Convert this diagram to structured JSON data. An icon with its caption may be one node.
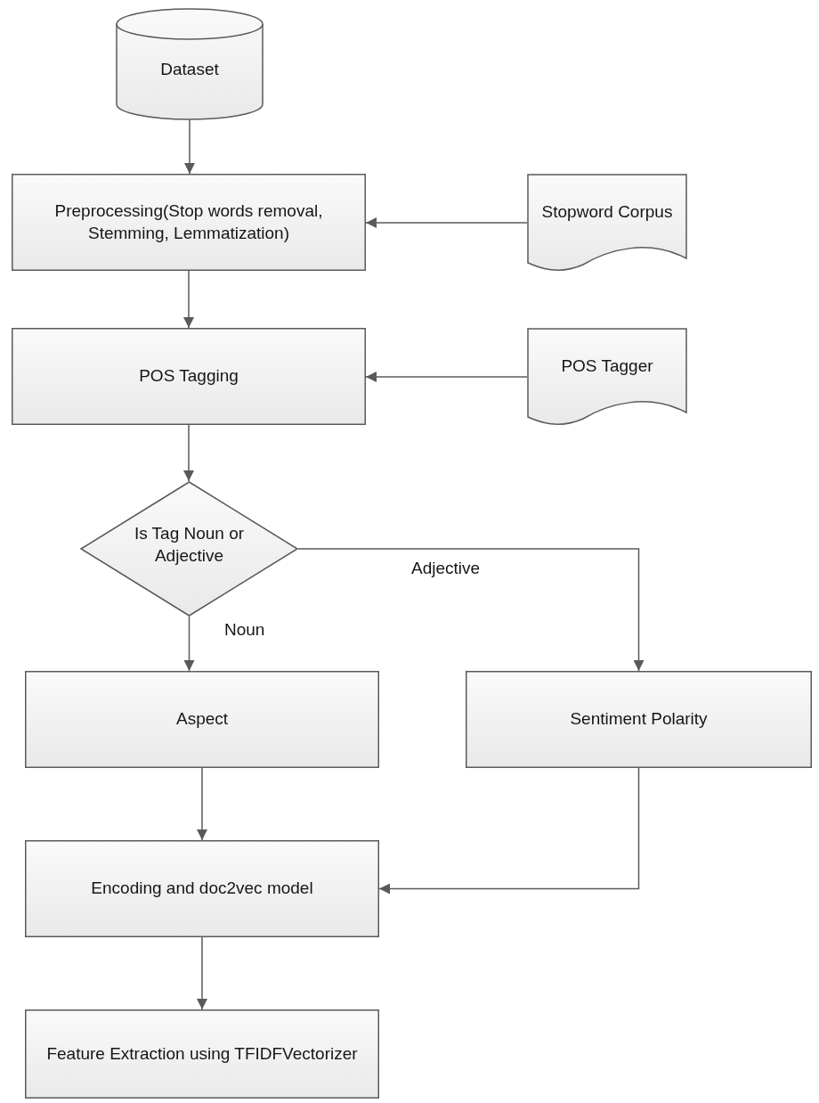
{
  "diagram": {
    "nodes": [
      {
        "text": [
          "Dataset"
        ]
      },
      {
        "text": [
          "Preprocessing(Stop words removal, Stemming, Lemmatization)"
        ]
      },
      {
        "text": [
          "Stopword Corpus"
        ]
      },
      {
        "text": [
          "POS Tagging"
        ]
      },
      {
        "text": [
          "POS Tagger"
        ]
      },
      {
        "text": [
          "Is Tag Noun or Adjective"
        ]
      },
      {
        "text": [
          "Aspect"
        ]
      },
      {
        "text": [
          "Sentiment Polarity"
        ]
      },
      {
        "text": [
          "Encoding and doc2vec model"
        ]
      },
      {
        "text": [
          "Feature Extraction using TFIDFVectorizer"
        ]
      }
    ],
    "edges": [
      {
        "from": 0,
        "to": 1,
        "arrow": "to"
      },
      {
        "from": 2,
        "to": 1,
        "arrow": "to"
      },
      {
        "from": 1,
        "to": 3,
        "arrow": "to"
      },
      {
        "from": 4,
        "to": 3,
        "arrow": "to"
      },
      {
        "from": 3,
        "to": 5,
        "arrow": "to"
      },
      {
        "from": 5,
        "to": 6,
        "arrow": "to",
        "label": "Noun"
      },
      {
        "from": 5,
        "to": 7,
        "arrow": "to",
        "label": "Adjective"
      },
      {
        "from": 6,
        "to": 8,
        "arrow": "to"
      },
      {
        "from": 7,
        "to": 8,
        "arrow": "to"
      },
      {
        "from": 8,
        "to": 9,
        "arrow": "to"
      }
    ]
  }
}
